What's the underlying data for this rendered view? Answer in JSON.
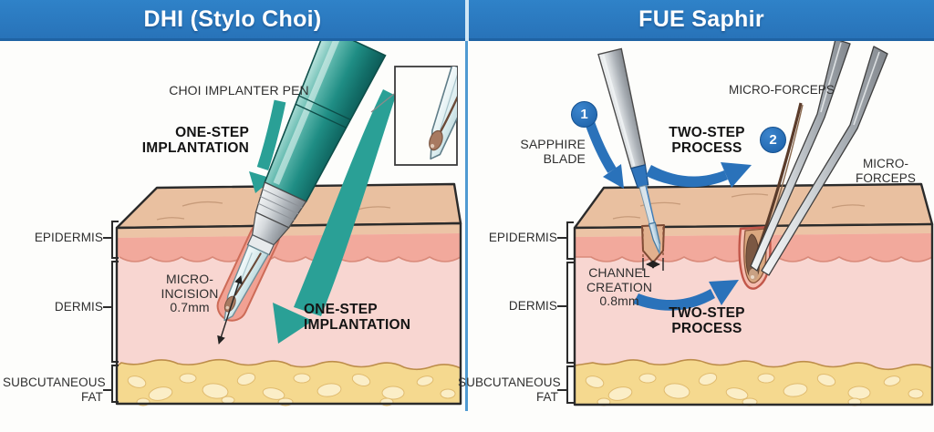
{
  "left_panel": {
    "title": "DHI (Stylo Choi)",
    "tool_label": "CHOI IMPLANTER PEN",
    "step_label_top": {
      "line1": "ONE-STEP",
      "line2": "IMPLANTATION"
    },
    "incision_label": {
      "line1": "MICRO-",
      "line2": "INCISION",
      "line3": "0.7mm"
    },
    "step_label_bottom": {
      "line1": "ONE-STEP",
      "line2": "IMPLANTATION"
    },
    "layers": {
      "epidermis": "EPIDERMIS",
      "dermis": "DERMIS",
      "fat_line1": "SUBCUTANEOUS",
      "fat_line2": "FAT"
    }
  },
  "right_panel": {
    "title": "FUE Saphir",
    "step1_badge": "1",
    "step2_badge": "2",
    "blade_label": {
      "line1": "SAPPHIRE",
      "line2": "BLADE"
    },
    "process_label_top": {
      "line1": "TWO-STEP",
      "line2": "PROCESS"
    },
    "forceps_label_top": "MICRO-FORCEPS",
    "forceps_label_right": {
      "line1": "MICRO-",
      "line2": "FORCEPS"
    },
    "channel_label": {
      "line1": "CHANNEL",
      "line2": "CREATION",
      "line3": "0.8mm"
    },
    "process_label_bottom": {
      "line1": "TWO-STEP",
      "line2": "PROCESS"
    },
    "layers": {
      "epidermis": "EPIDERMIS",
      "dermis": "DERMIS",
      "fat_line1": "SUBCUTANEOUS",
      "fat_line2": "FAT"
    }
  },
  "colors": {
    "header_blue": "#2b7ac1",
    "divider_blue": "#4f9ad2",
    "teal_accent": "#2aa096",
    "blue_accent": "#2a72ba",
    "badge_blue": "#1e67ae",
    "skin_surface": "#e9c0a0",
    "epidermis_band": "#f2a99c",
    "dermis_pink": "#f8d6d1",
    "fat_yellow": "#f5d98f",
    "outline_dark": "#2b2b2b"
  }
}
